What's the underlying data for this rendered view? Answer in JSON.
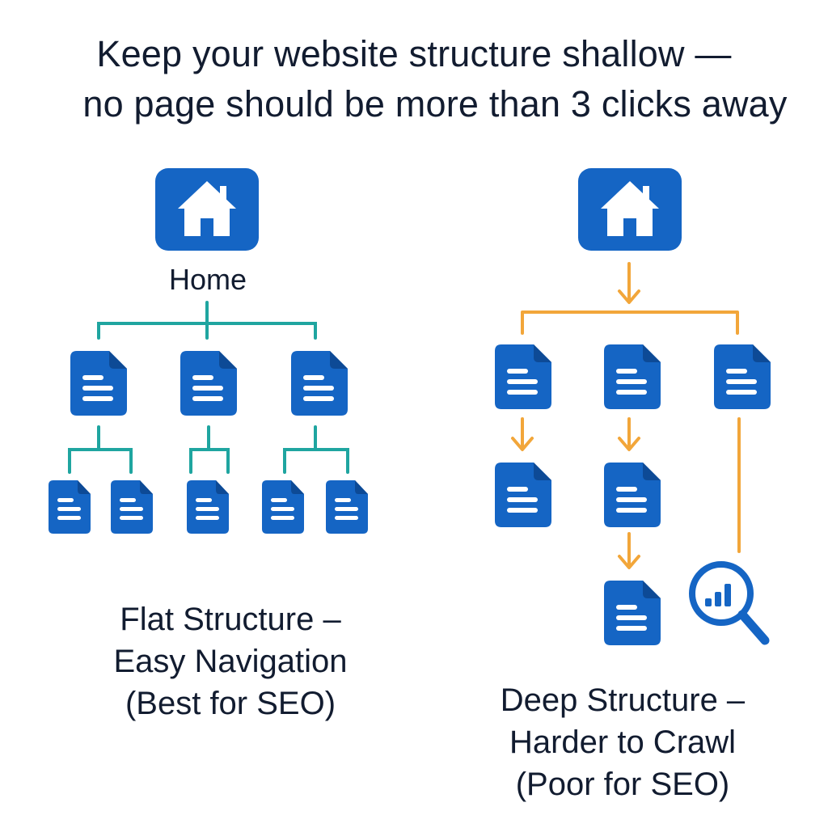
{
  "headline": {
    "line1": "Keep your website structure shallow —",
    "line2": "no page should be more than 3 clicks away"
  },
  "flat": {
    "home_label": "Home",
    "caption_line1": "Flat Structure –",
    "caption_line2": "Easy Navigation",
    "caption_line3": "(Best for SEO)",
    "connector_color": "#1fa5a0"
  },
  "deep": {
    "caption_line1": "Deep Structure –",
    "caption_line2": "Harder to Crawl",
    "caption_line3": "(Poor for SEO)",
    "connector_color": "#f2a63a"
  },
  "colors": {
    "icon_blue": "#1565c4",
    "text_dark": "#121c30"
  },
  "icons": {
    "home": "house-icon",
    "page": "document-icon",
    "search": "magnifier-chart-icon"
  }
}
